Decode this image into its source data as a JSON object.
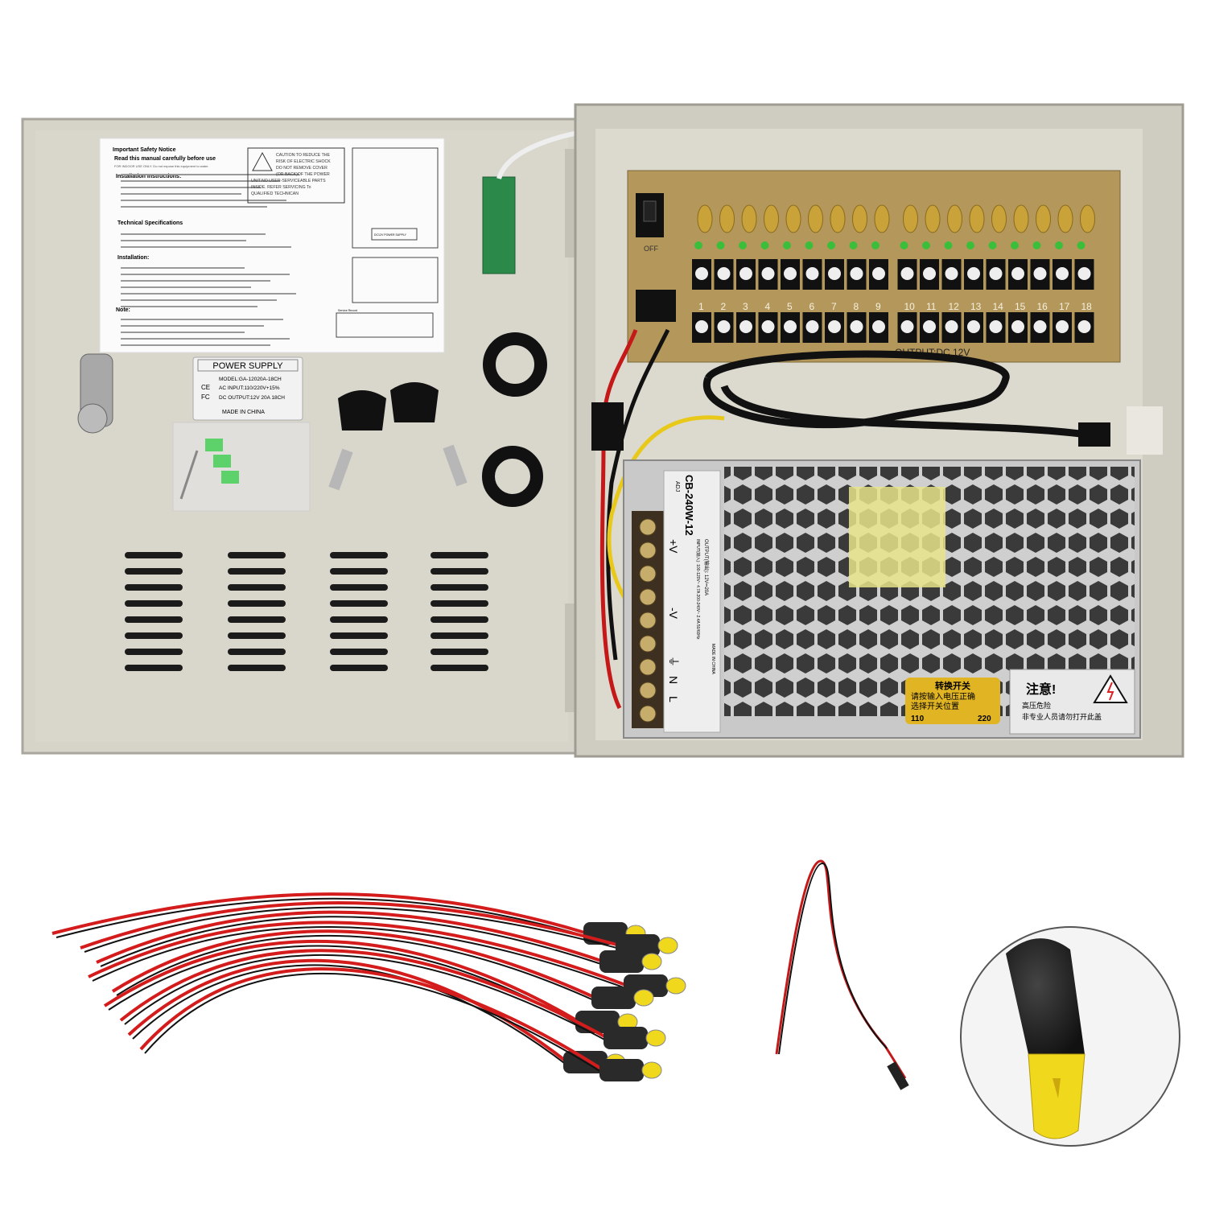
{
  "manual": {
    "title": "Important Safety Notice",
    "subtitle": "Read this manual carefully before use",
    "indoor": "FOR INDOOR USE ONLY. Do not expose this equipment to water.",
    "install_title": "Installation Instructions:",
    "tech_title": "Technical Specifications",
    "installation_title": "Installation:",
    "note_title": "Note:",
    "caution_lines": [
      "CAUTION:TO REDUCE THE",
      "RISK OF ELECTRIC SHOCK",
      "DO NOT REMOVE COVER",
      "(OR BACK)OF THE POWER",
      "UNIT.NO USER-SERVICEABLE PARTS",
      "INSIDE. REFER SERVICING To",
      "QUALIFIED TECHNICAN"
    ],
    "diagram_label": "DC12V POWER SUPPLY",
    "service_record": "Service Record"
  },
  "product_label": {
    "title": "POWER SUPPLY",
    "model": "MODEL:GA-12020A-18CH",
    "ac_input": "AC INPUT:110/220V+15%",
    "dc_output": "DC OUTPUT:12V 20A 18CH",
    "origin": "MADE IN CHINA",
    "ce": "CE",
    "fc": "FC"
  },
  "board": {
    "switch_off": "OFF",
    "channels": [
      "1",
      "2",
      "3",
      "4",
      "5",
      "6",
      "7",
      "8",
      "9",
      "10",
      "11",
      "12",
      "13",
      "14",
      "15",
      "16",
      "17",
      "18"
    ],
    "output_label": "OUTPUT:DC 12V"
  },
  "psu": {
    "model": "CB-240W-12",
    "adj": "ADJ",
    "input": "INPUT(输入): 100-120V~ 4.7A  200-240V~ 2.4A  50/60Hz",
    "output": "OUTPUT(输出): 12V⎓20A",
    "terminals": [
      "+V",
      "-V",
      "⏚",
      "N",
      "L"
    ],
    "made_in": "MADE IN CHINA",
    "switch_sticker": {
      "title": "转换开关",
      "line1": "请按输入电压正确",
      "line2": "选择开关位置",
      "left": "110",
      "right": "220"
    },
    "warning_sticker": {
      "title": "注意!",
      "line1": "高压危险",
      "line2": "非专业人员请勿打开此盖"
    }
  },
  "colors": {
    "enclosure": "#d8d5cb",
    "pcb": "#b4975a",
    "sticker_yellow": "#e0b422",
    "wire_red": "#d41c1c",
    "connector_tip": "#f0d81c"
  }
}
